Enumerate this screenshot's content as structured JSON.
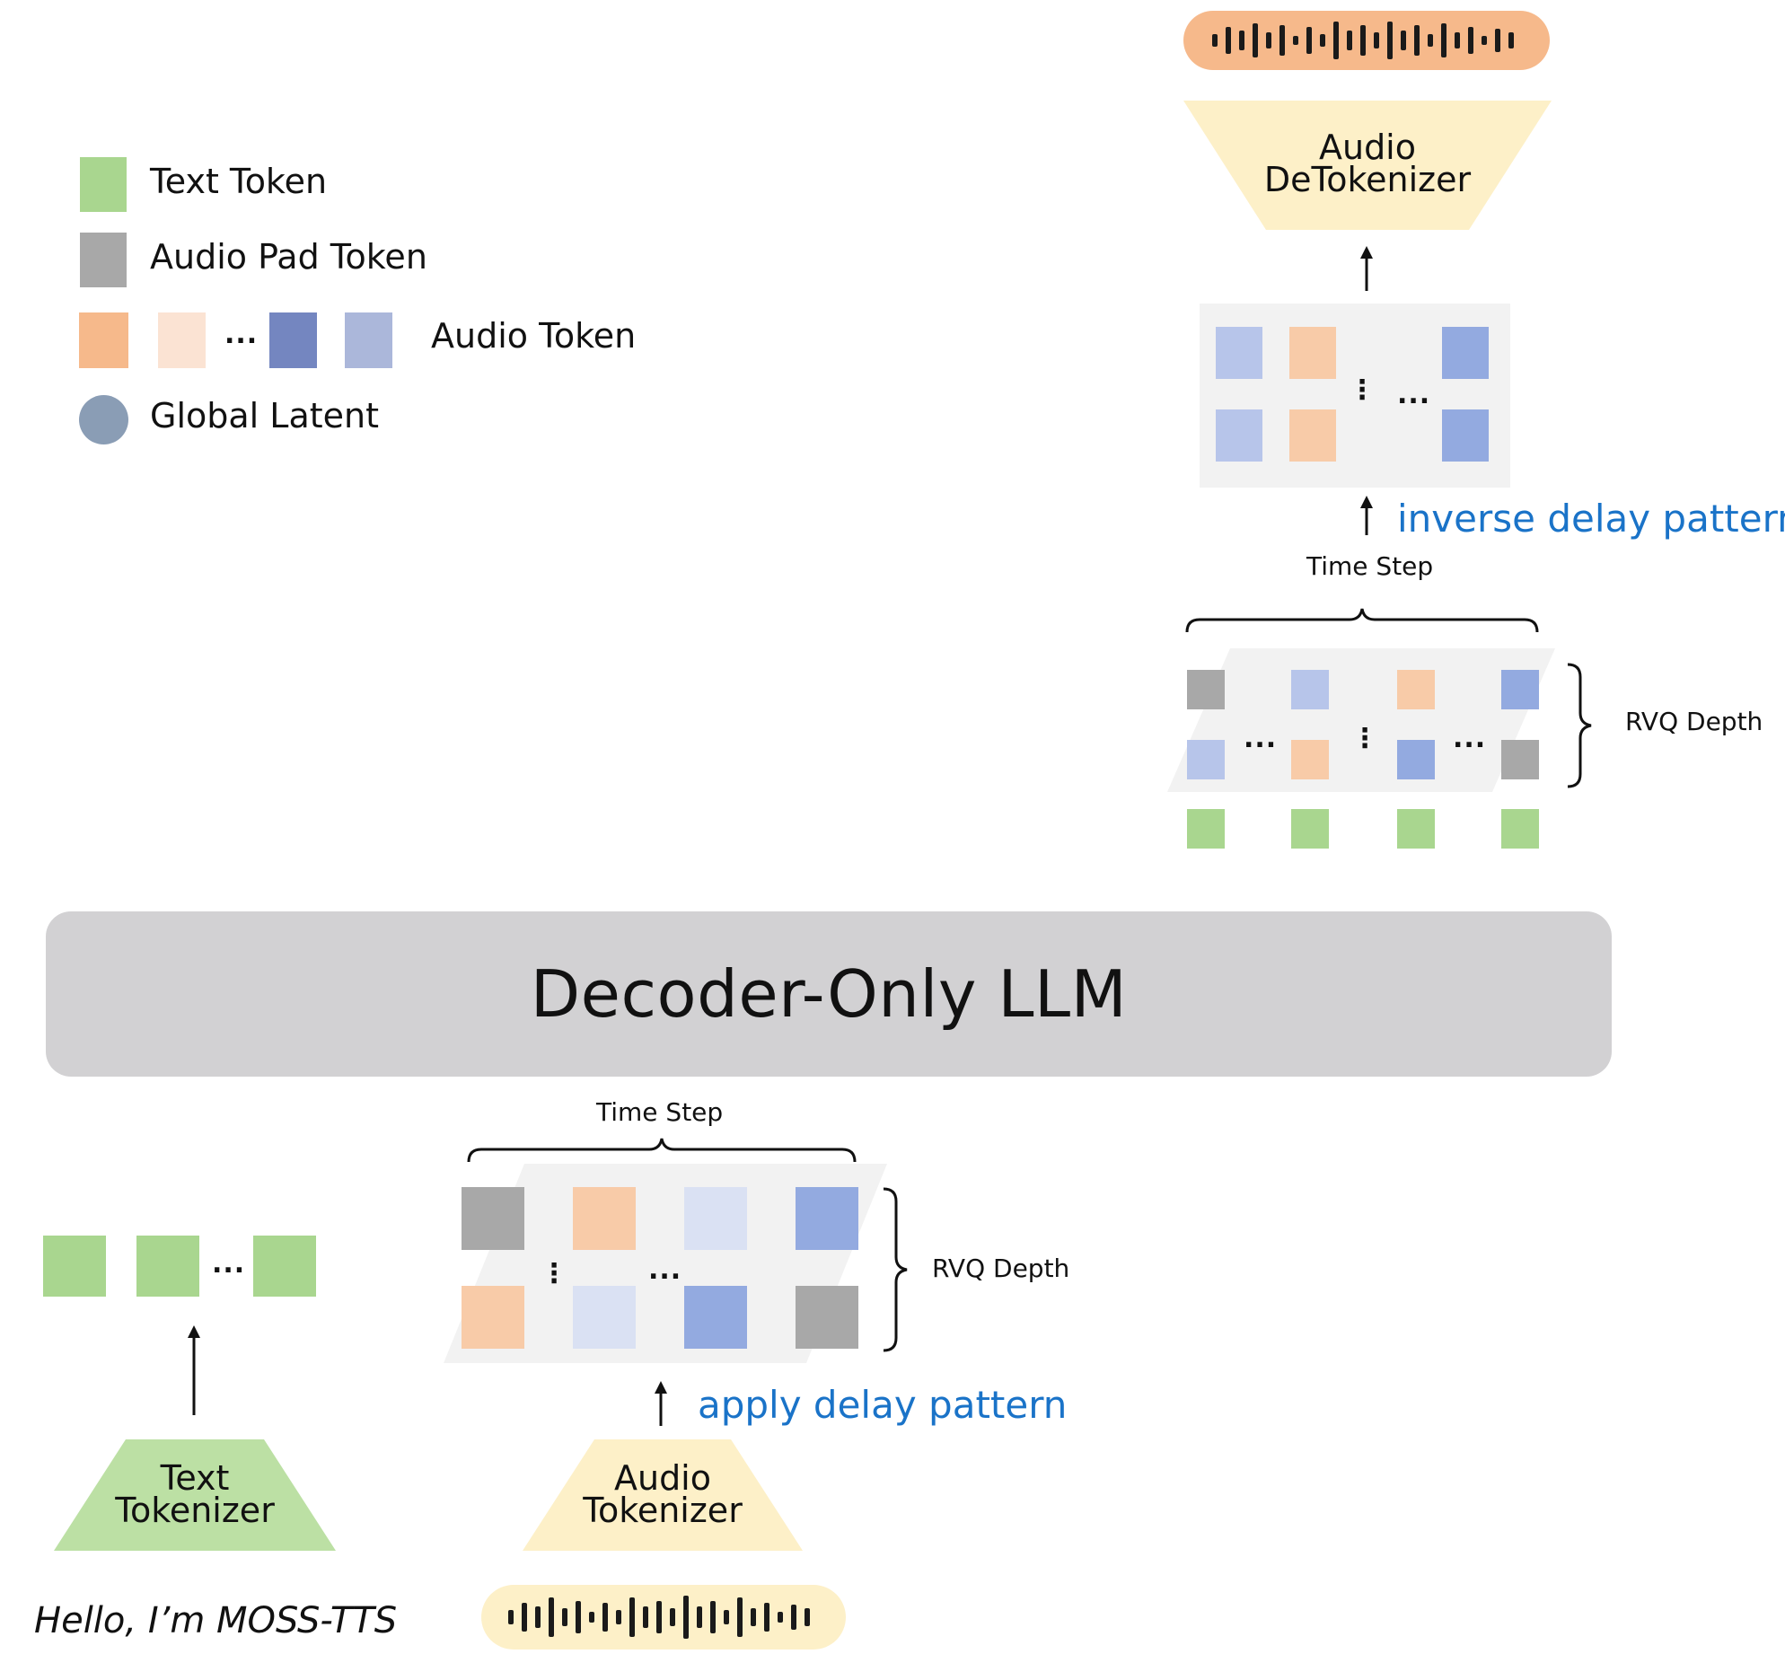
{
  "legend": {
    "text_token": "Text Token",
    "audio_pad_token": "Audio Pad Token",
    "ellipsis": "...",
    "audio_token": "Audio Token",
    "global_latent": "Global Latent"
  },
  "llm": {
    "label": "Decoder-Only LLM"
  },
  "top": {
    "detokenizer_line1": "Audio",
    "detokenizer_line2": "DeTokenizer",
    "inverse_delay": "inverse delay pattern",
    "time_step": "Time Step",
    "rvq_depth": "RVQ Depth",
    "dots": "...",
    "vdots": "⋮"
  },
  "bottom": {
    "time_step": "Time Step",
    "rvq_depth": "RVQ Depth",
    "apply_delay": "apply delay pattern",
    "text_tokenizer_line1": "Text",
    "text_tokenizer_line2": "Tokenizer",
    "audio_tokenizer_line1": "Audio",
    "audio_tokenizer_line2": "Tokenizer",
    "input_text": "Hello, I’m MOSS-TTS",
    "dots": "...",
    "vdots": "⋮"
  },
  "colors": {
    "text_green": "#a9d68f",
    "pad_gray": "#a8a8a8",
    "audio_orange": "#f6b98b",
    "audio_peach": "#fbe3d3",
    "audio_navy": "#7486c0",
    "audio_periwinkle": "#abb7da",
    "global_latent": "#8a9db5",
    "llm_gray": "#d2d1d3",
    "tokenizer_yellow": "#fdf0c8",
    "tokenizer_green": "#bce0a4",
    "blue_text": "#1a73c8"
  }
}
